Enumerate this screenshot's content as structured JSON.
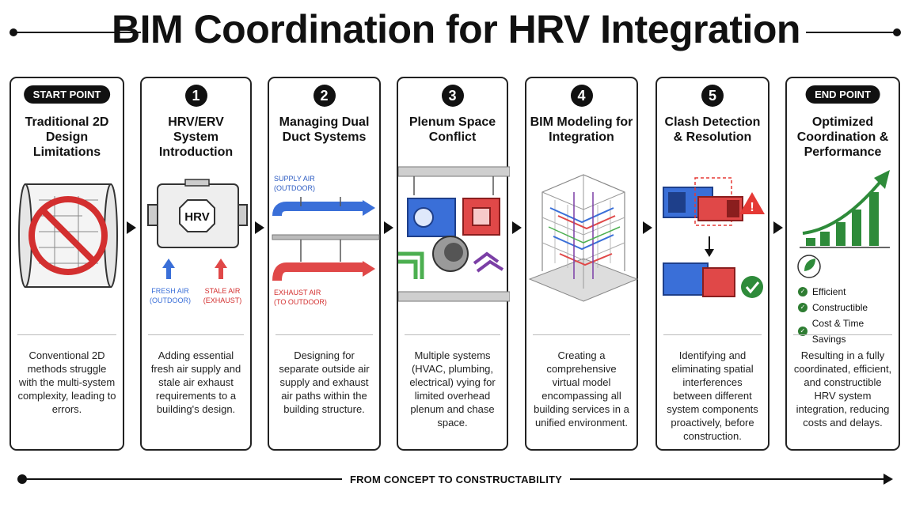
{
  "title": "BIM Coordination for HRV Integration",
  "steps": [
    {
      "badge": "START POINT",
      "title": "Traditional 2D Design Limitations",
      "description": "Conventional 2D methods struggle with the multi-system complexity, leading to errors."
    },
    {
      "badge": "1",
      "title": "HRV/ERV System Introduction",
      "description": "Adding essential fresh air supply and stale air exhaust requirements to a building's design."
    },
    {
      "badge": "2",
      "title": "Managing Dual Duct Systems",
      "description": "Designing for separate outside air supply and exhaust air paths within the building structure."
    },
    {
      "badge": "3",
      "title": "Plenum Space Conflict",
      "description": "Multiple systems (HVAC, plumbing, electrical) vying for limited overhead plenum and chase space."
    },
    {
      "badge": "4",
      "title": "BIM Modeling for Integration",
      "description": "Creating a comprehensive virtual model encompassing all building services in a unified environment."
    },
    {
      "badge": "5",
      "title": "Clash Detection & Resolution",
      "description": "Identifying and eliminating spatial interferences between different system components proactively, before construction."
    },
    {
      "badge": "END POINT",
      "title": "Optimized Coordination & Performance",
      "description": "Resulting in a fully coordinated, efficient, and constructible HRV system integration, reducing costs and delays."
    }
  ],
  "hrv": {
    "unit_label": "HRV",
    "fresh_air": "FRESH AIR",
    "fresh_air_sub": "(OUTDOOR)",
    "stale_air": "STALE AIR",
    "stale_air_sub": "(EXHAUST)"
  },
  "ducts": {
    "supply": "SUPPLY AIR",
    "supply_sub": "(OUTDOOR)",
    "exhaust": "EXHAUST AIR",
    "exhaust_sub": "(TO OUTDOOR)"
  },
  "benefits": [
    "Efficient",
    "Constructible",
    "Cost & Time Savings"
  ],
  "footer": "FROM CONCEPT TO CONSTRUCTABILITY",
  "colors": {
    "supply_blue": "#3a6fd8",
    "exhaust_red": "#e04848",
    "green": "#2e8b3a",
    "warning_red": "#e53935"
  }
}
